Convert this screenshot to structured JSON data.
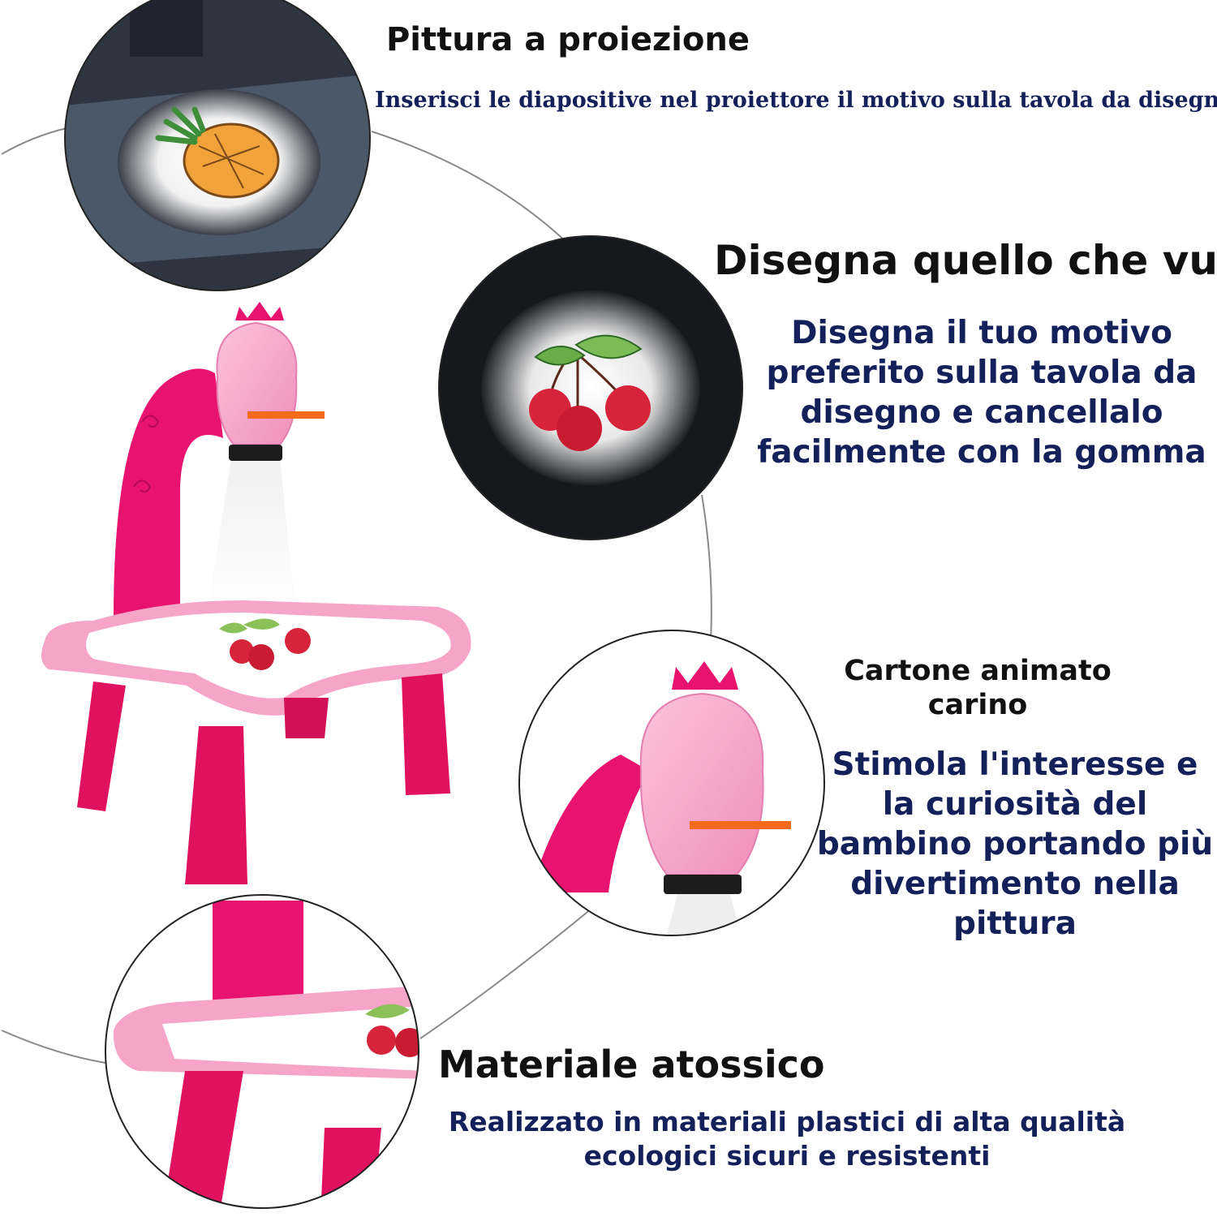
{
  "features": [
    {
      "title": "Pittura a proiezione",
      "description": "Inserisci le diapositive nel proiettore il motivo sulla tavola da disegno"
    },
    {
      "title": "Disegna quello che vuoi",
      "description": "Disegna il tuo motivo preferito sulla tavola da disegno e cancellalo facilmente con la gomma"
    },
    {
      "title": "Cartone animato carino",
      "description": "Stimola l'interesse e la curiosità del bambino portando più divertimento nella pittura"
    },
    {
      "title": "Materiale atossico",
      "description": "Realizzato in materiali plastici di alta qualità ecologici sicuri e resistenti"
    }
  ],
  "icons": {
    "projection_detail": "pineapple-projection-icon",
    "drawing_detail": "cherry-projection-icon",
    "product": "projector-drawing-table-icon",
    "cartoon_detail": "crowned-projector-head-icon",
    "material_detail": "table-corner-detail-icon"
  },
  "colors": {
    "accent_pink": "#e8136f",
    "light_pink": "#f7a9cb",
    "heading_navy": "#14205a",
    "heading_black": "#111111"
  }
}
